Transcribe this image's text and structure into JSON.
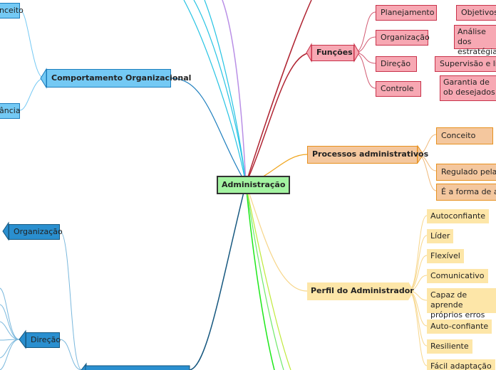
{
  "center": {
    "label": "Administração"
  },
  "funcoes": {
    "label": "Funções",
    "items": [
      {
        "label": "Planejamento",
        "detail": "Objetivos"
      },
      {
        "label": "Organização",
        "detail": "Análise dos estratégias"
      },
      {
        "label": "Direção",
        "detail": "Supervisão e lid"
      },
      {
        "label": "Controle",
        "detail": "Garantia de ob desejados"
      }
    ]
  },
  "processos": {
    "label": "Processos administrativos",
    "items": [
      "Conceito",
      "Regulado pela",
      "É a forma de at"
    ]
  },
  "perfil": {
    "label": "Perfil do Administrador",
    "items": [
      "Autoconfiante",
      "Líder",
      "Flexível",
      "Comunicativo",
      "Capaz de aprende próprios erros",
      "Auto-confiante",
      "Resiliente",
      "Fácil adaptação"
    ]
  },
  "comportamento": {
    "label": "Comportamento Organizacional",
    "items": [
      "nceito",
      "ância"
    ]
  },
  "left_lower": {
    "organizacao": "Organização",
    "direcao": "Direção"
  },
  "colors": {
    "center": "#a3f3a1",
    "funcoes": "#f7a8b3",
    "processos": "#f4c79e",
    "perfil": "#fde6a8",
    "comportamento": "#74c9f4",
    "left_lower": "#2a8fcf"
  }
}
